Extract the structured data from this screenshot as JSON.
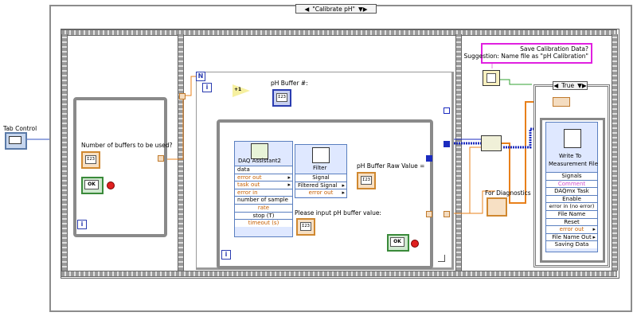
{
  "case_selector": {
    "label": "\"Calibrate pH\""
  },
  "true_selector": {
    "label": "True"
  },
  "tab_control": {
    "label": "Tab Control"
  },
  "frame1": {
    "prompt_label": "Number of buffers to be used?",
    "numeric_display": "I23",
    "ok_button": "OK"
  },
  "frame2": {
    "for_loop_count": "N",
    "iteration": "i",
    "increment": "+1",
    "ph_buffer_label": "pH Buffer #:",
    "numeric_display": "I23",
    "while_loop_iteration": "i",
    "daq": {
      "title": "DAQ Assistant2",
      "rows": [
        "data",
        "error out",
        "task out",
        "error in",
        "number of sample",
        "rate",
        "stop (T)",
        "timeout (s)"
      ]
    },
    "filter": {
      "title": "Filter",
      "rows": [
        "Signal",
        "Filtered Signal",
        "error out"
      ]
    },
    "raw_value_label": "pH Buffer Raw Value =",
    "input_label": "Please input pH buffer value:",
    "ok_button": "OK"
  },
  "frame3": {
    "comment_line1": "Save Calibration Data?",
    "comment_line2": "Suggestion: Name file as \"pH Calibration\"",
    "diagnostics_label": "For Diagnostics",
    "write_file": {
      "title_line1": "Write To",
      "title_line2": "Measurement File",
      "rows": [
        "Signals",
        "Comment",
        "DAQmx Task",
        "Enable",
        "error in (no error)",
        "File Name",
        "Reset",
        "error out",
        "File Name Out",
        "Saving Data"
      ]
    }
  },
  "colors": {
    "orange_wire": "#e8801a",
    "blue_wire": "#1b2bbf",
    "pink_wire": "#e080e0",
    "frame_gray": "#8c8c8c"
  }
}
